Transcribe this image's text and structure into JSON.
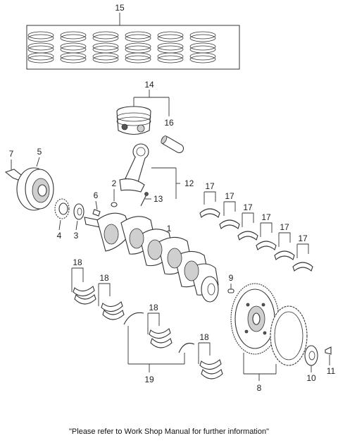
{
  "callouts": {
    "c1": "1",
    "c2": "2",
    "c3": "3",
    "c4": "4",
    "c5": "5",
    "c6": "6",
    "c7": "7",
    "c8": "8",
    "c9": "9",
    "c10": "10",
    "c11": "11",
    "c12": "12",
    "c13": "13",
    "c14": "14",
    "c15": "15",
    "c16": "16",
    "c17a": "17",
    "c17b": "17",
    "c17c": "17",
    "c17d": "17",
    "c17e": "17",
    "c17f": "17",
    "c18a": "18",
    "c18b": "18",
    "c18c": "18",
    "c18d": "18",
    "c19": "19"
  },
  "footer_note": "\"Please refer to Work Shop Manual for further information\""
}
